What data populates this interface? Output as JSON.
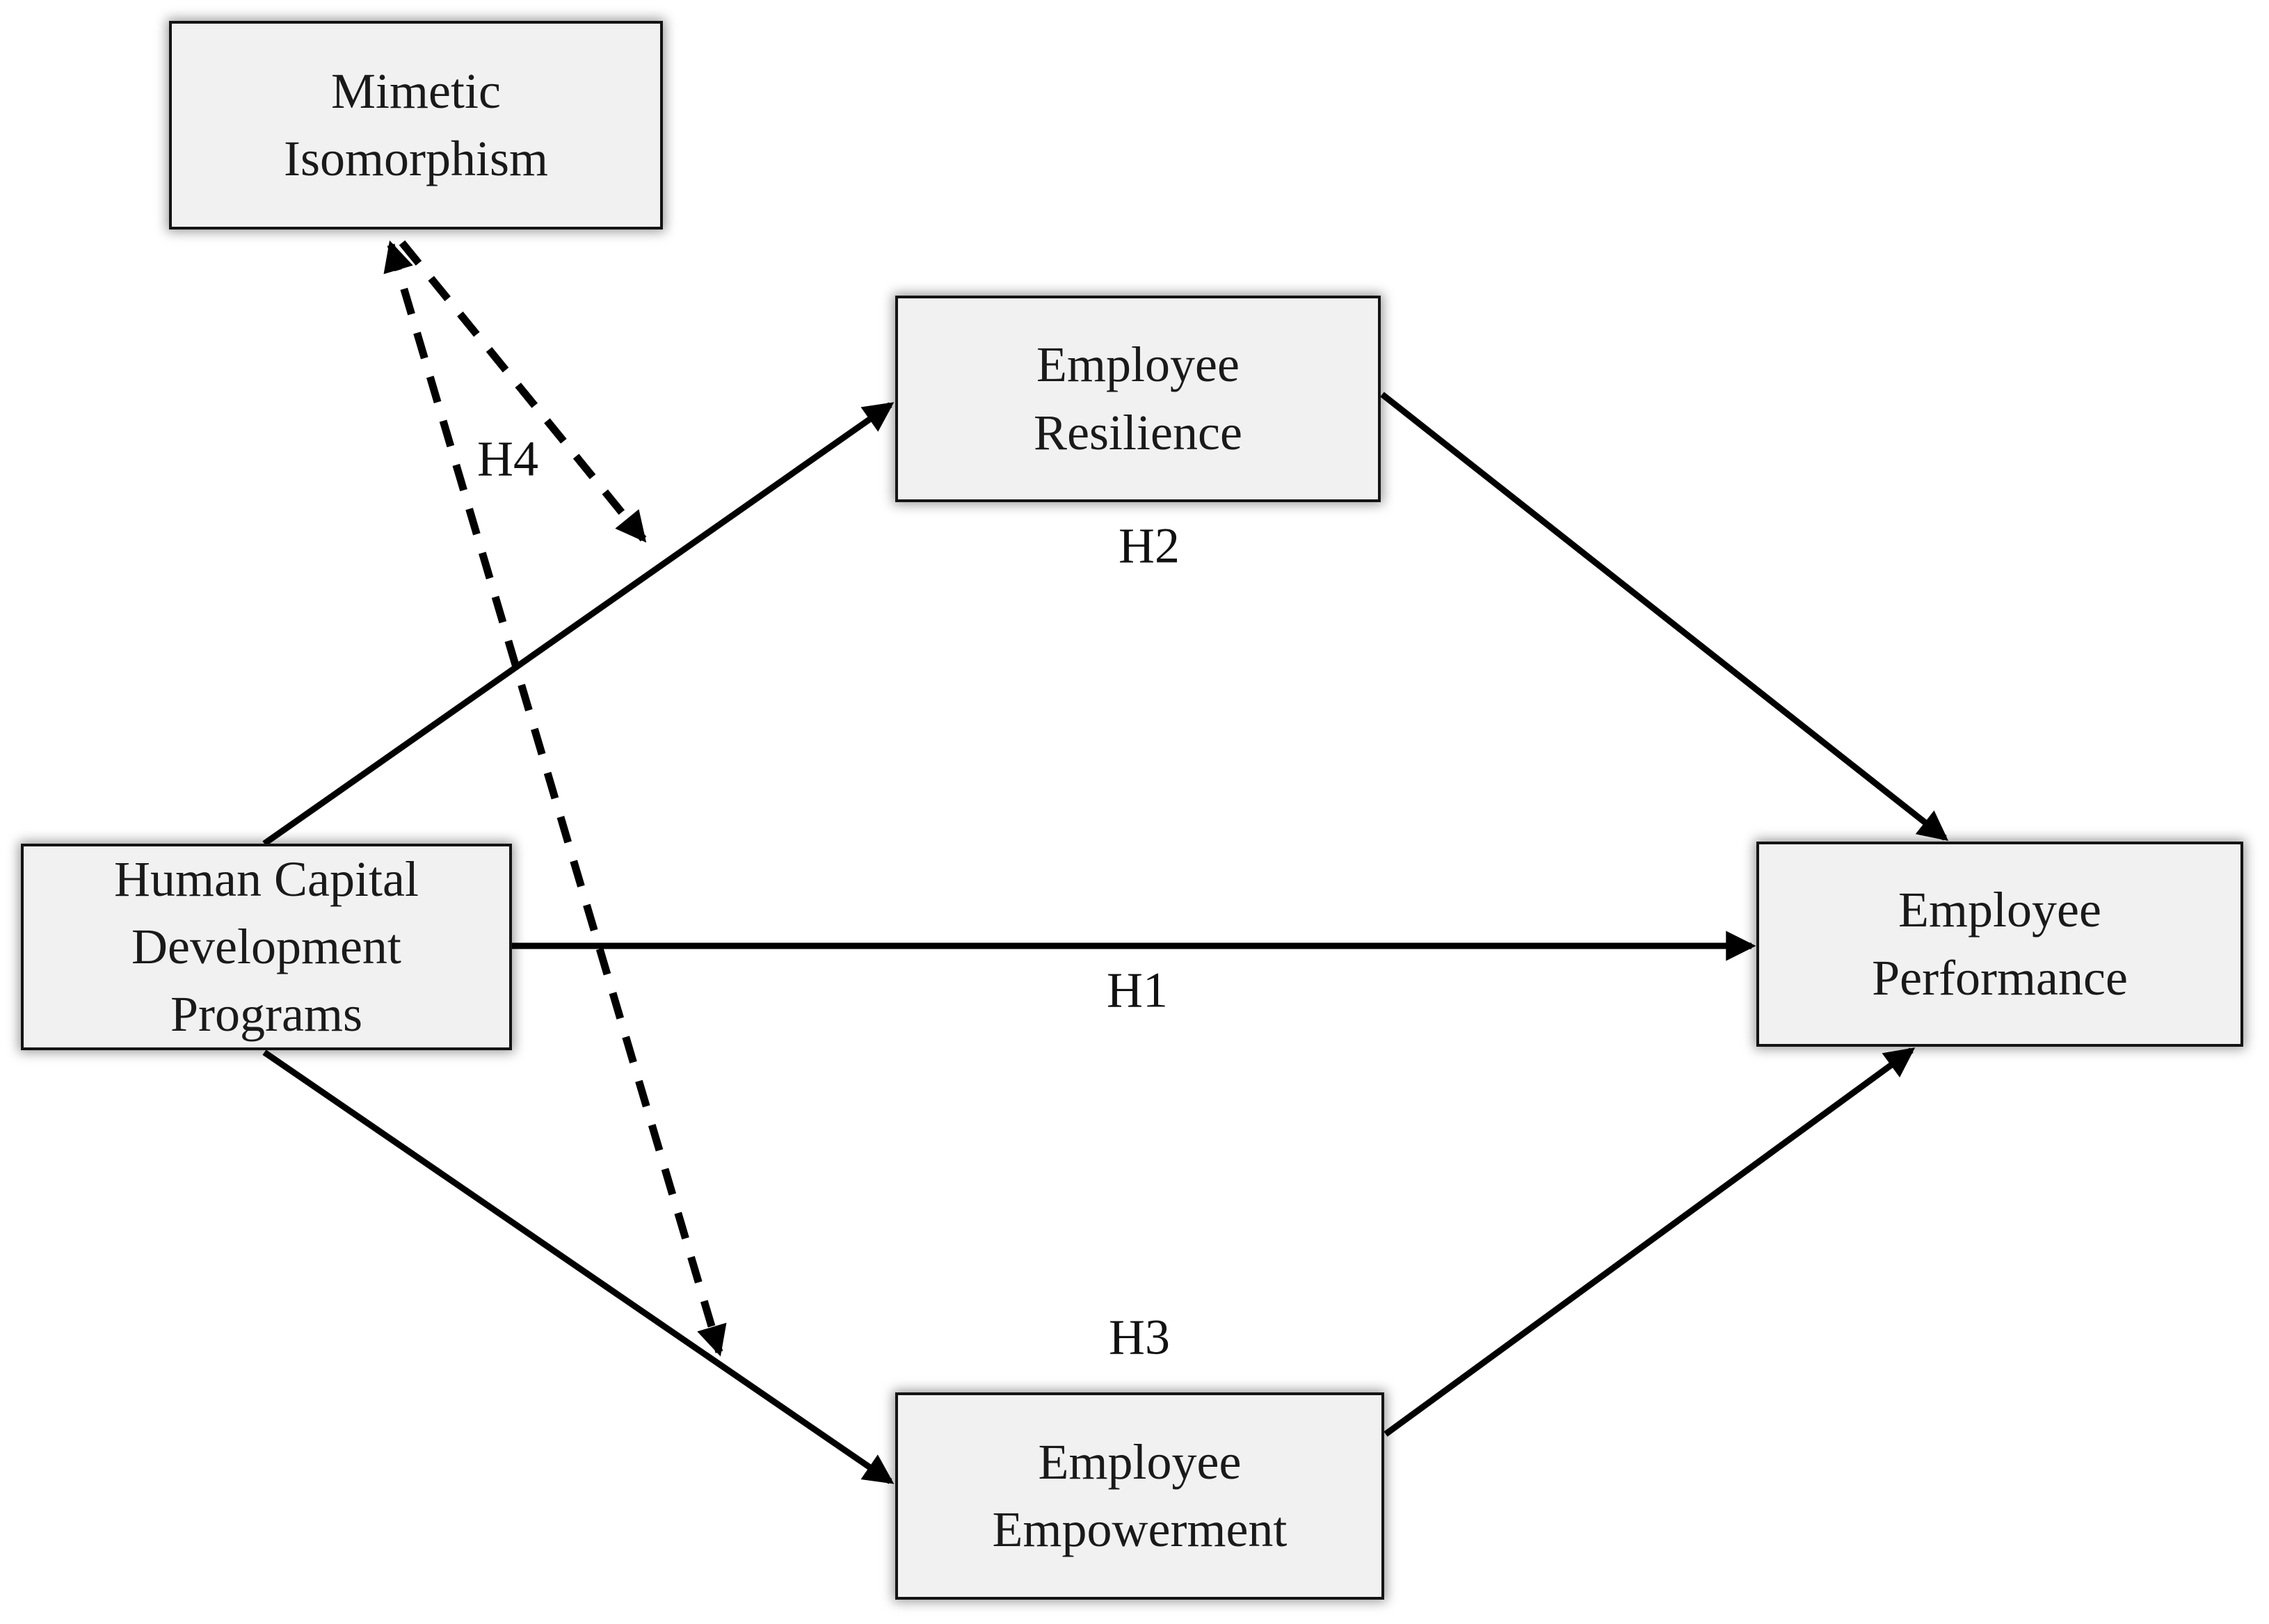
{
  "figure": {
    "background_color": "#ffffff",
    "node_fill_color": "#f1f1f1",
    "node_border_color": "#141414",
    "arrow_color": "#000000",
    "nodes": {
      "mimetic": {
        "label": "Mimetic\nIsomorphism"
      },
      "resilience": {
        "label": "Employee\nResilience"
      },
      "hcd": {
        "label": "Human Capital\nDevelopment\nPrograms"
      },
      "performance": {
        "label": "Employee\nPerformance"
      },
      "empowerment": {
        "label": "Employee\nEmpowerment"
      }
    },
    "hypothesis_labels": {
      "h1": "H1",
      "h2": "H2",
      "h3": "H3",
      "h4": "H4"
    }
  }
}
